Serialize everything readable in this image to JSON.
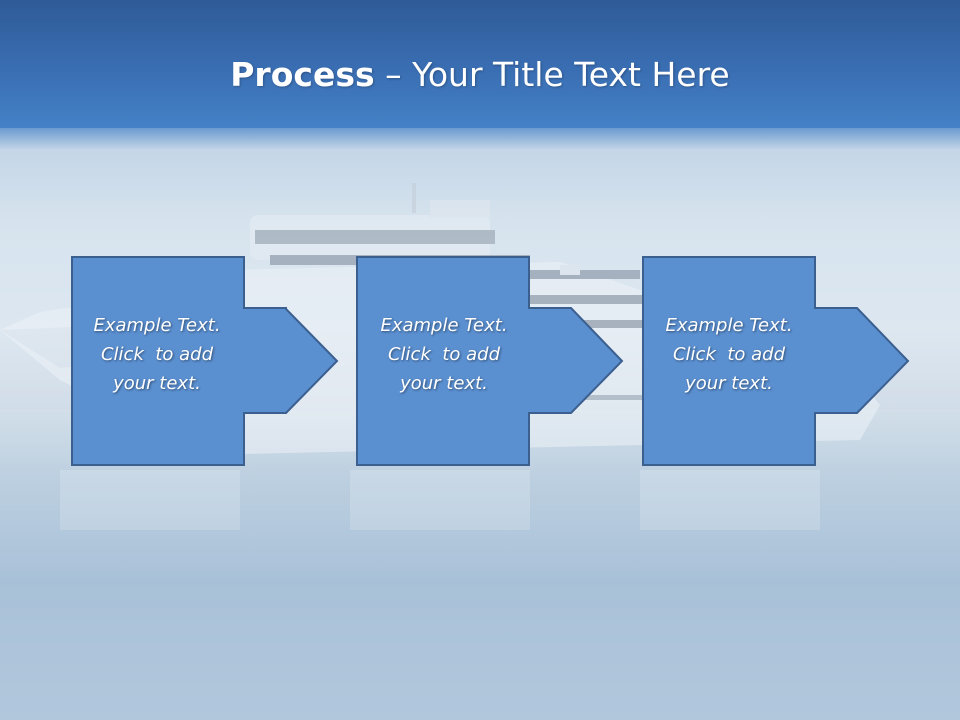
{
  "slide": {
    "title_bold": "Process",
    "title_rest": " – Your Title Text Here"
  },
  "steps": [
    {
      "line1": "Example Text.",
      "line2": "Click  to add",
      "line3": "your text."
    },
    {
      "line1": "Example Text.",
      "line2": "Click  to add",
      "line3": "your text."
    },
    {
      "line1": "Example Text.",
      "line2": "Click  to add",
      "line3": "your text."
    }
  ],
  "colors": {
    "title_band": "#3a6eb3",
    "shape_fill": "#5a8fd0",
    "shape_stroke": "#3b5f8f",
    "text": "#ffffff"
  }
}
